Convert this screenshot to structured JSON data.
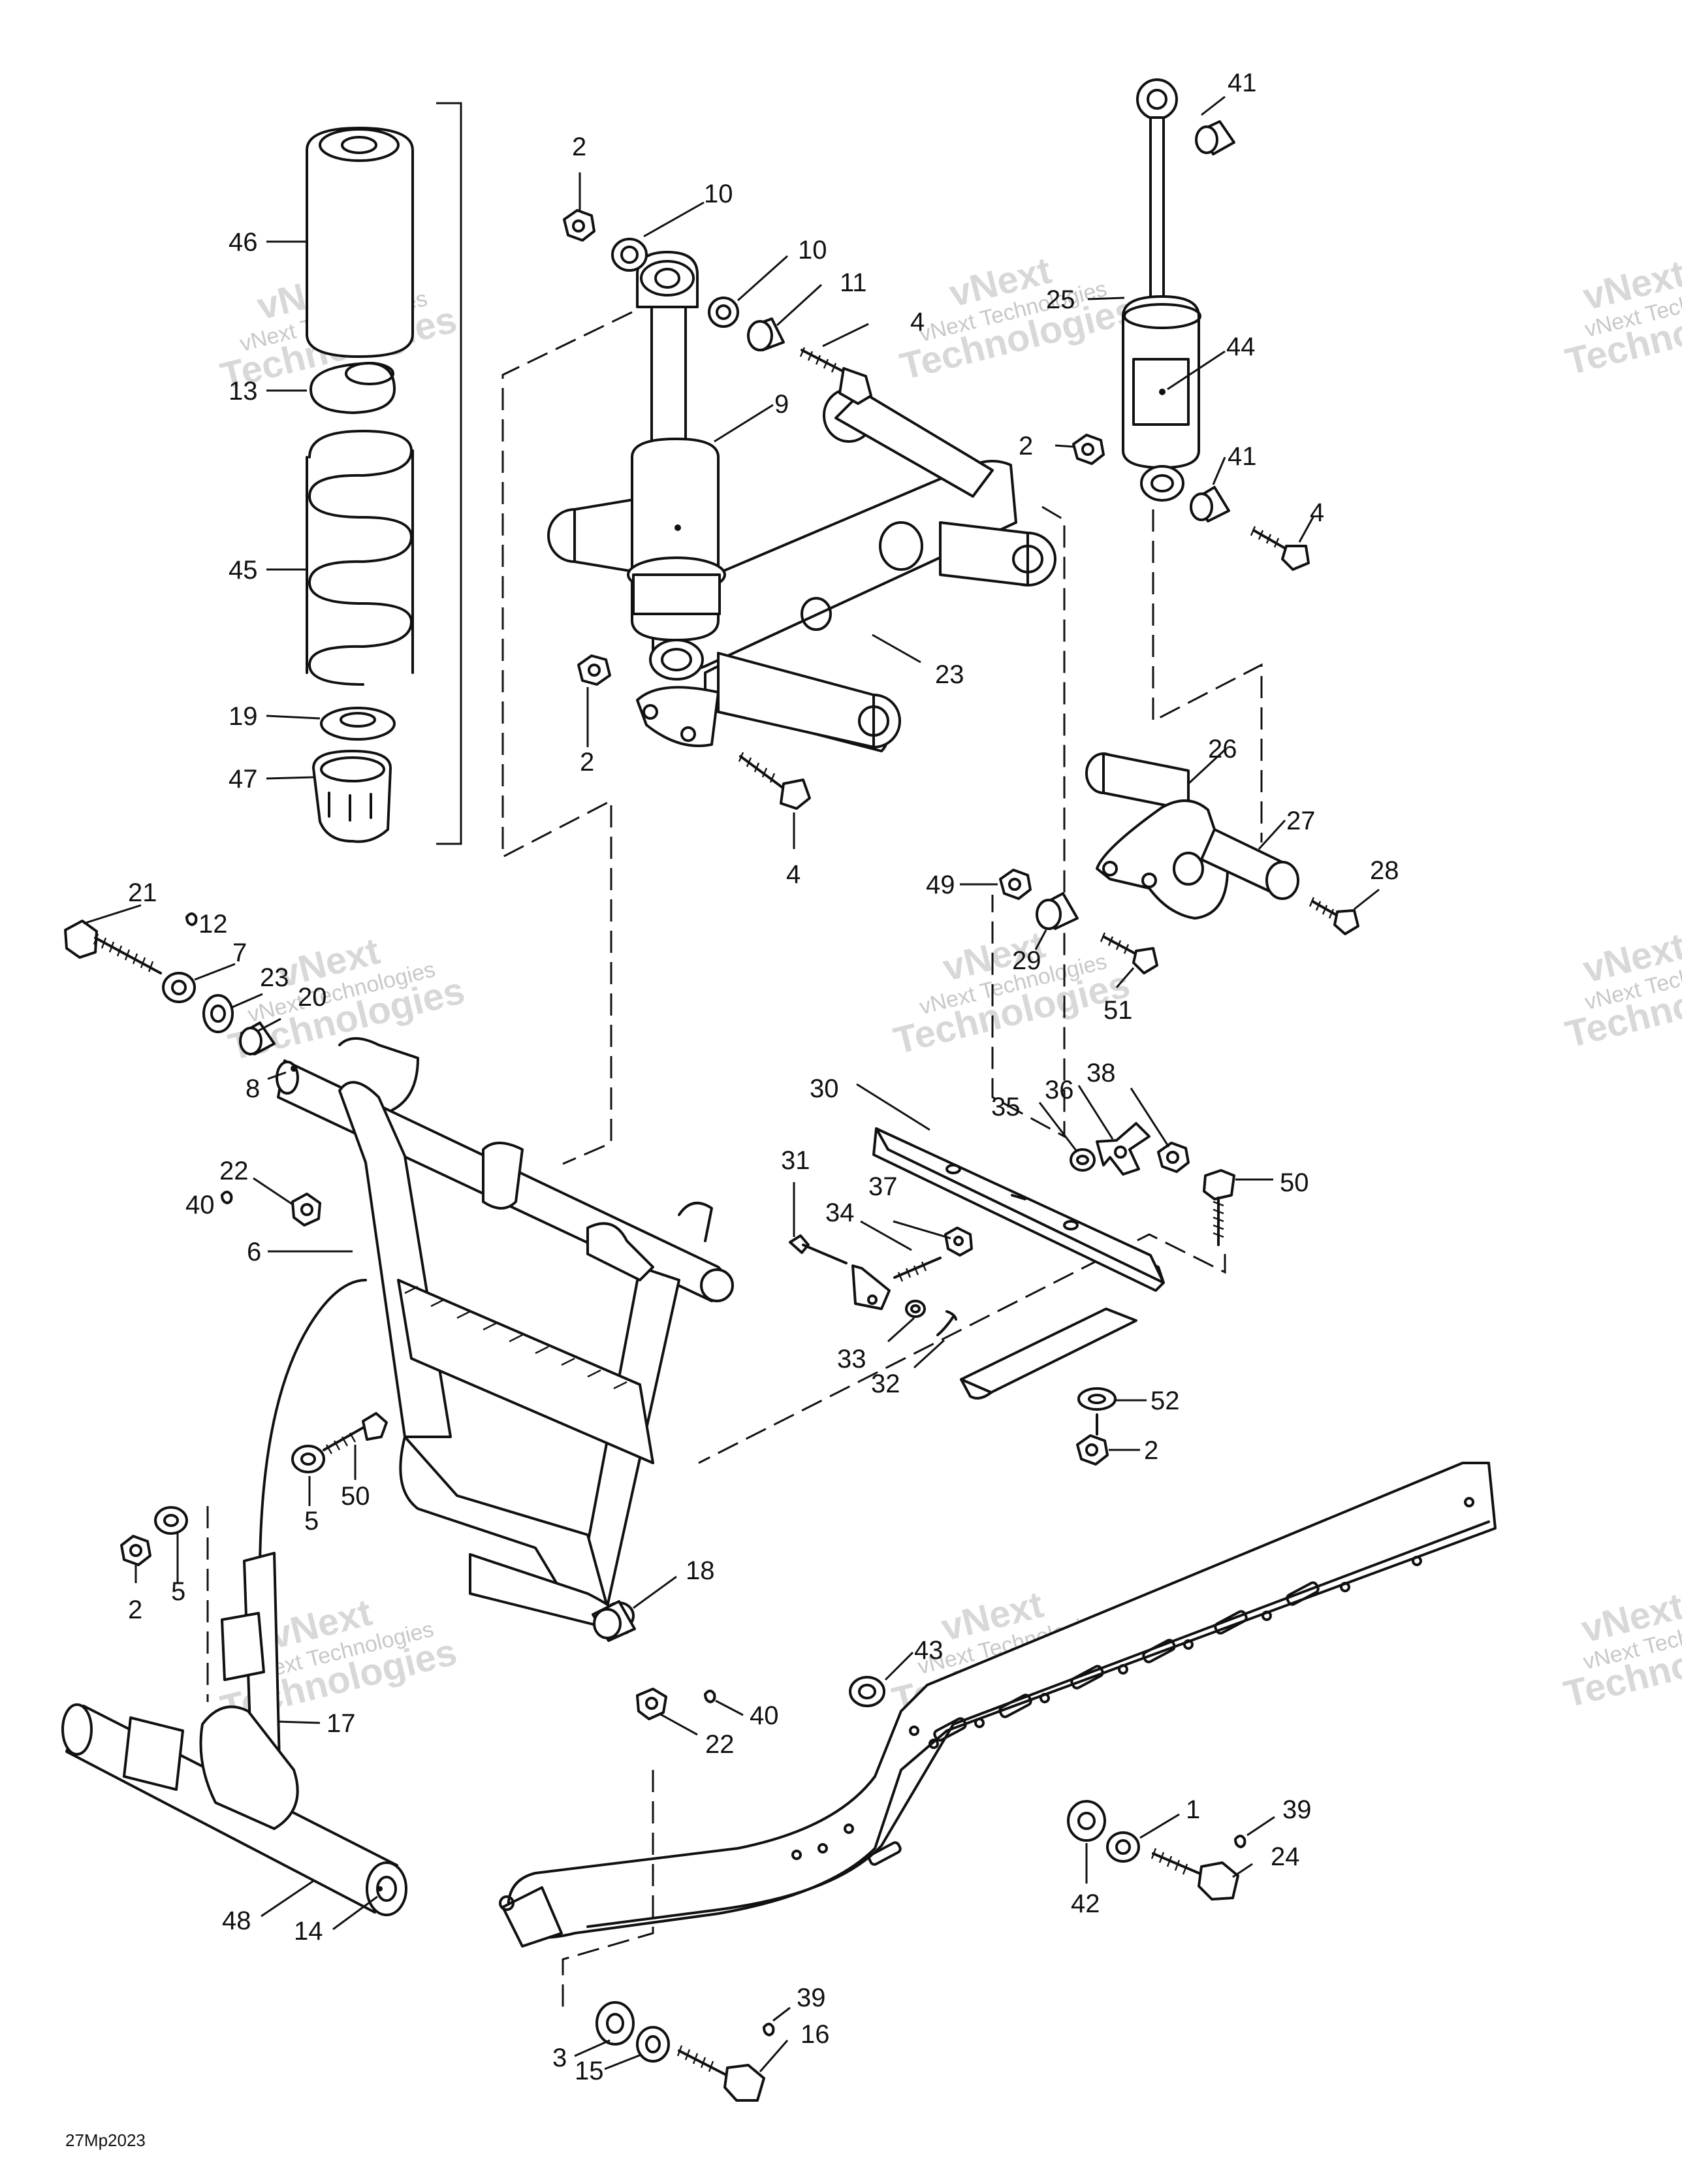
{
  "figure": {
    "drawing_code": "27Mp2023",
    "watermark_top": "vNext",
    "watermark_bottom": "Technologies",
    "watermark_inline": "vNext Technologies"
  },
  "callouts": [
    {
      "id": "46",
      "text": "46"
    },
    {
      "id": "13",
      "text": "13"
    },
    {
      "id": "45",
      "text": "45"
    },
    {
      "id": "19",
      "text": "19"
    },
    {
      "id": "47",
      "text": "47"
    },
    {
      "id": "2a",
      "text": "2"
    },
    {
      "id": "10a",
      "text": "10"
    },
    {
      "id": "10b",
      "text": "10"
    },
    {
      "id": "11",
      "text": "11"
    },
    {
      "id": "4a",
      "text": "4"
    },
    {
      "id": "9",
      "text": "9"
    },
    {
      "id": "23a",
      "text": "23"
    },
    {
      "id": "2b",
      "text": "2"
    },
    {
      "id": "4b",
      "text": "4"
    },
    {
      "id": "41a",
      "text": "41"
    },
    {
      "id": "25",
      "text": "25"
    },
    {
      "id": "44",
      "text": "44"
    },
    {
      "id": "2c",
      "text": "2"
    },
    {
      "id": "41b",
      "text": "41"
    },
    {
      "id": "4c",
      "text": "4"
    },
    {
      "id": "26",
      "text": "26"
    },
    {
      "id": "27",
      "text": "27"
    },
    {
      "id": "28",
      "text": "28"
    },
    {
      "id": "49",
      "text": "49"
    },
    {
      "id": "29",
      "text": "29"
    },
    {
      "id": "51",
      "text": "51"
    },
    {
      "id": "21",
      "text": "21"
    },
    {
      "id": "12",
      "text": "12"
    },
    {
      "id": "7",
      "text": "7"
    },
    {
      "id": "23b",
      "text": "23"
    },
    {
      "id": "20",
      "text": "20"
    },
    {
      "id": "8",
      "text": "8"
    },
    {
      "id": "22a",
      "text": "22"
    },
    {
      "id": "40a",
      "text": "40"
    },
    {
      "id": "6",
      "text": "6"
    },
    {
      "id": "30",
      "text": "30"
    },
    {
      "id": "36",
      "text": "36"
    },
    {
      "id": "38",
      "text": "38"
    },
    {
      "id": "35",
      "text": "35"
    },
    {
      "id": "50a",
      "text": "50"
    },
    {
      "id": "31",
      "text": "31"
    },
    {
      "id": "37",
      "text": "37"
    },
    {
      "id": "34",
      "text": "34"
    },
    {
      "id": "33",
      "text": "33"
    },
    {
      "id": "32",
      "text": "32"
    },
    {
      "id": "52",
      "text": "52"
    },
    {
      "id": "2d",
      "text": "2"
    },
    {
      "id": "5a",
      "text": "5"
    },
    {
      "id": "50b",
      "text": "50"
    },
    {
      "id": "2e",
      "text": "2"
    },
    {
      "id": "5b",
      "text": "5"
    },
    {
      "id": "18",
      "text": "18"
    },
    {
      "id": "43",
      "text": "43"
    },
    {
      "id": "40b",
      "text": "40"
    },
    {
      "id": "22b",
      "text": "22"
    },
    {
      "id": "17",
      "text": "17"
    },
    {
      "id": "48",
      "text": "48"
    },
    {
      "id": "14",
      "text": "14"
    },
    {
      "id": "1",
      "text": "1"
    },
    {
      "id": "39a",
      "text": "39"
    },
    {
      "id": "24",
      "text": "24"
    },
    {
      "id": "42",
      "text": "42"
    },
    {
      "id": "39b",
      "text": "39"
    },
    {
      "id": "3",
      "text": "3"
    },
    {
      "id": "15",
      "text": "15"
    },
    {
      "id": "16",
      "text": "16"
    }
  ]
}
